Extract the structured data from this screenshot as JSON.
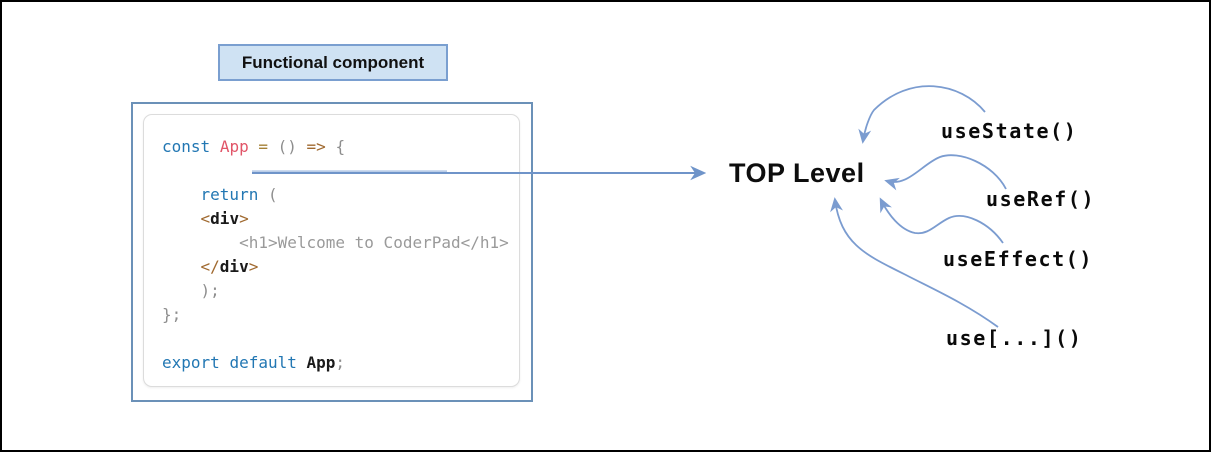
{
  "diagram": {
    "label_box": {
      "text": "Functional component"
    },
    "code_block": {
      "lines": [
        [
          {
            "t": "const",
            "s": "kw"
          },
          {
            "t": " ",
            "s": "pln"
          },
          {
            "t": "App",
            "s": "comp"
          },
          {
            "t": " ",
            "s": "pln"
          },
          {
            "t": "=",
            "s": "op"
          },
          {
            "t": " ",
            "s": "pln"
          },
          {
            "t": "()",
            "s": "pun"
          },
          {
            "t": " ",
            "s": "pln"
          },
          {
            "t": "=>",
            "s": "arw"
          },
          {
            "t": " ",
            "s": "pln"
          },
          {
            "t": "{",
            "s": "pun"
          }
        ],
        [],
        [
          {
            "t": "    ",
            "s": "pln"
          },
          {
            "t": "return",
            "s": "kw"
          },
          {
            "t": " ",
            "s": "pln"
          },
          {
            "t": "(",
            "s": "pun"
          }
        ],
        [
          {
            "t": "    ",
            "s": "pln"
          },
          {
            "t": "<",
            "s": "tag"
          },
          {
            "t": "div",
            "s": "name"
          },
          {
            "t": ">",
            "s": "tag"
          }
        ],
        [
          {
            "t": "        ",
            "s": "pln"
          },
          {
            "t": "<h1>Welcome to CoderPad</h1>",
            "s": "str"
          }
        ],
        [
          {
            "t": "    ",
            "s": "pln"
          },
          {
            "t": "</",
            "s": "tag"
          },
          {
            "t": "div",
            "s": "name"
          },
          {
            "t": ">",
            "s": "tag"
          }
        ],
        [
          {
            "t": "    ",
            "s": "pln"
          },
          {
            "t": ");",
            "s": "pun"
          }
        ],
        [
          {
            "t": "};",
            "s": "pun"
          }
        ],
        [],
        [
          {
            "t": "export",
            "s": "kw"
          },
          {
            "t": " ",
            "s": "pln"
          },
          {
            "t": "default",
            "s": "kw"
          },
          {
            "t": " ",
            "s": "pln"
          },
          {
            "t": "App",
            "s": "name"
          },
          {
            "t": ";",
            "s": "pun"
          }
        ]
      ]
    },
    "top_level_text": "TOP Level",
    "hooks": [
      {
        "label": "useState()"
      },
      {
        "label": "useRef()"
      },
      {
        "label": "useEffect()"
      },
      {
        "label": "use[...]()"
      }
    ],
    "colors": {
      "arrow_blue": "#7b9cd0",
      "main_arrow_blue": "#6f94c9",
      "label_background": "#cfe2f3",
      "label_border": "#7a9fd0",
      "code_border": "#6b91b8",
      "keyword_blue": "#2277b3",
      "component_pink": "#e15568",
      "tag_brown": "#a0692f",
      "operator_olive": "#a58136",
      "punctuation_gray": "#8e8e8e",
      "jsx_text_gray": "#9a9a9a"
    }
  }
}
